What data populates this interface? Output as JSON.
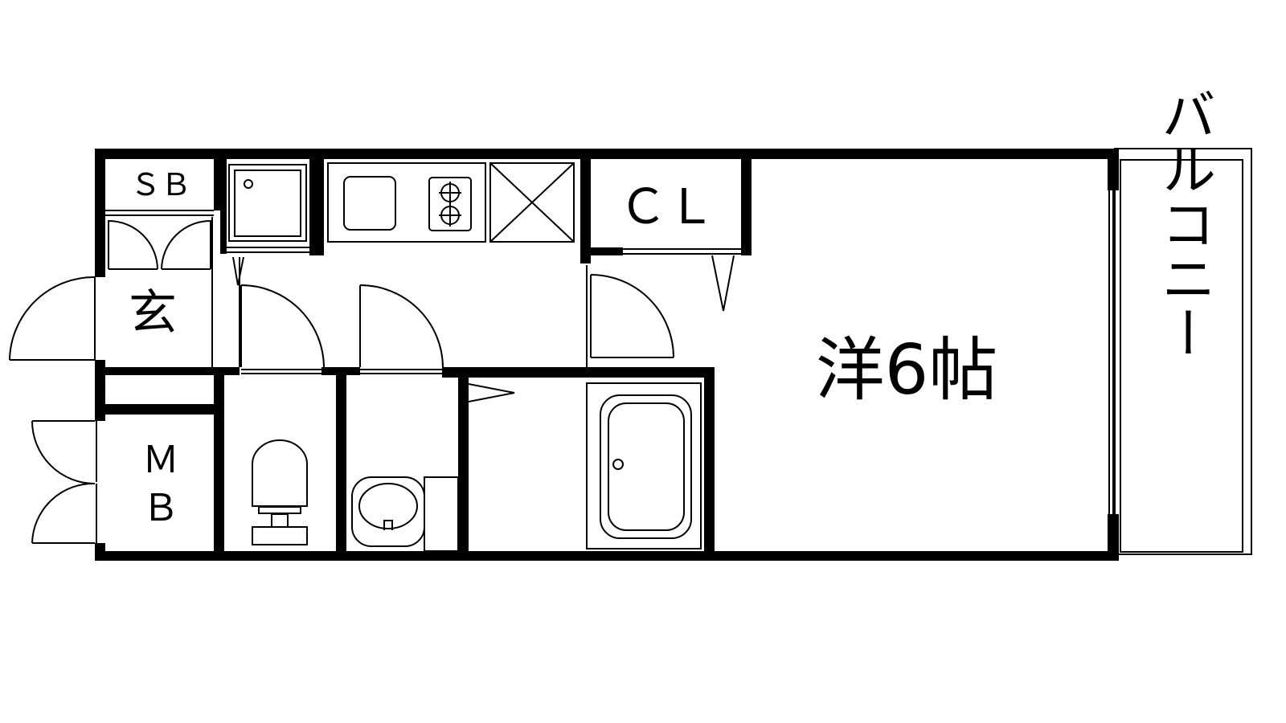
{
  "floorplan": {
    "rooms": {
      "shoe_box": "ＳＢ",
      "entrance": "玄",
      "meter_box_line1": "Ｍ",
      "meter_box_line2": "Ｂ",
      "closet": "ＣＬ",
      "western_room": "洋6帖",
      "balcony": "バルコニー"
    },
    "colors": {
      "line": "#000000",
      "background": "#ffffff"
    }
  }
}
